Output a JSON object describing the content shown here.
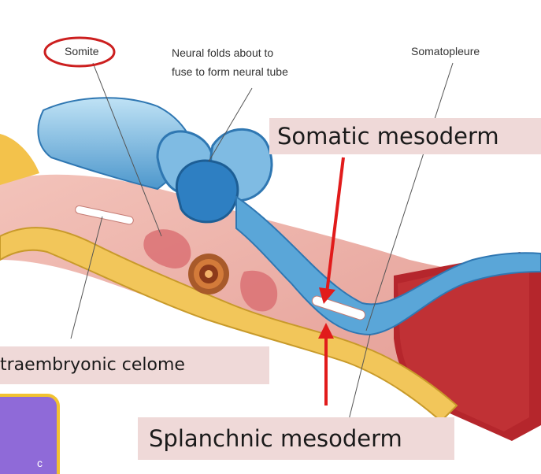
{
  "labels": {
    "somite": "Somite",
    "neural_folds_line1": "Neural folds about to",
    "neural_folds_line2": "fuse to form neural tube",
    "somatopleure": "Somatopleure"
  },
  "callouts": {
    "somatic": "Somatic mesoderm",
    "extraembryonic": "traembryonic celome",
    "splanchnic": "Splanchnic mesoderm"
  },
  "tab_text": "c"
}
